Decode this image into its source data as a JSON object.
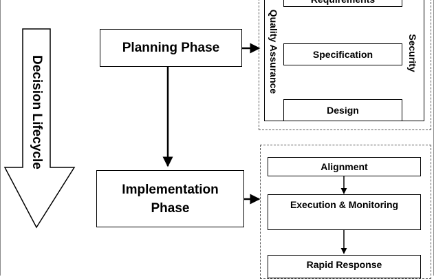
{
  "decision_lifecycle": "Decision Lifecycle",
  "planning": {
    "label": "Planning Phase",
    "left_label": "Quality Assurance",
    "right_label": "Security",
    "steps": [
      "Requirements",
      "Specification",
      "Design"
    ]
  },
  "implementation": {
    "label_line1": "Implementation",
    "label_line2": "Phase",
    "steps": [
      "Alignment",
      "Execution & Monitoring",
      "Rapid Response"
    ]
  }
}
